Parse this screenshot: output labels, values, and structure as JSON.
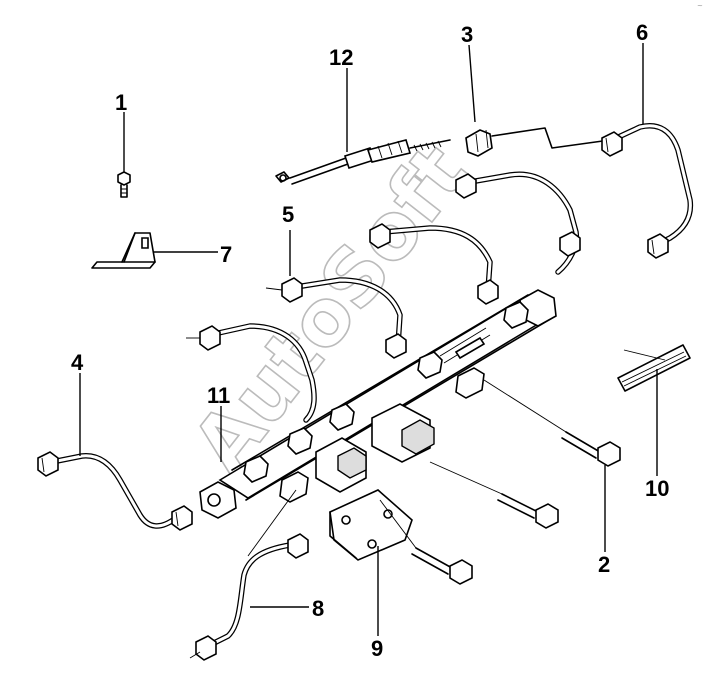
{
  "diagram": {
    "callouts": [
      {
        "id": "1",
        "label": "1"
      },
      {
        "id": "2",
        "label": "2"
      },
      {
        "id": "3",
        "label": "3"
      },
      {
        "id": "4",
        "label": "4"
      },
      {
        "id": "5",
        "label": "5"
      },
      {
        "id": "6",
        "label": "6"
      },
      {
        "id": "7",
        "label": "7"
      },
      {
        "id": "8",
        "label": "8"
      },
      {
        "id": "9",
        "label": "9"
      },
      {
        "id": "10",
        "label": "10"
      },
      {
        "id": "11",
        "label": "11"
      },
      {
        "id": "12",
        "label": "12"
      }
    ],
    "watermark": "AutoSoft",
    "corner_mark": "~"
  },
  "colors": {
    "line": "#000000",
    "background": "#ffffff",
    "watermark": "#bbbbbb"
  }
}
